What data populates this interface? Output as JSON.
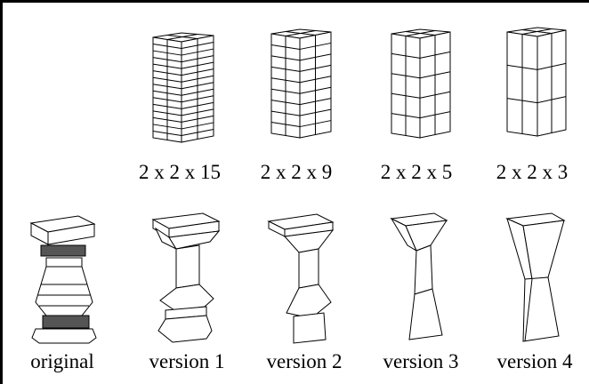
{
  "grid_labels": [
    "2 x 2 x 15",
    "2 x 2 x 9",
    "2 x 2 x 5",
    "2 x 2 x 3"
  ],
  "version_labels": [
    "original",
    "version 1",
    "version 2",
    "version 3",
    "version 4"
  ],
  "line_color": "#000000",
  "background": "#ffffff"
}
